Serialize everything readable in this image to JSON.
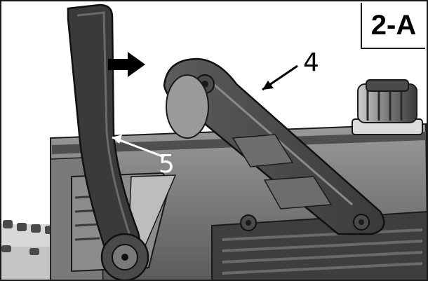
{
  "figure": {
    "badge": "2-A",
    "callouts": [
      {
        "id": "4",
        "text": "4"
      },
      {
        "id": "5",
        "text": "5"
      }
    ]
  },
  "palette": {
    "dark": "#2a2a2a",
    "mid": "#6e6e6e",
    "light": "#b5b5b5",
    "frame": "#1a1a1a"
  }
}
